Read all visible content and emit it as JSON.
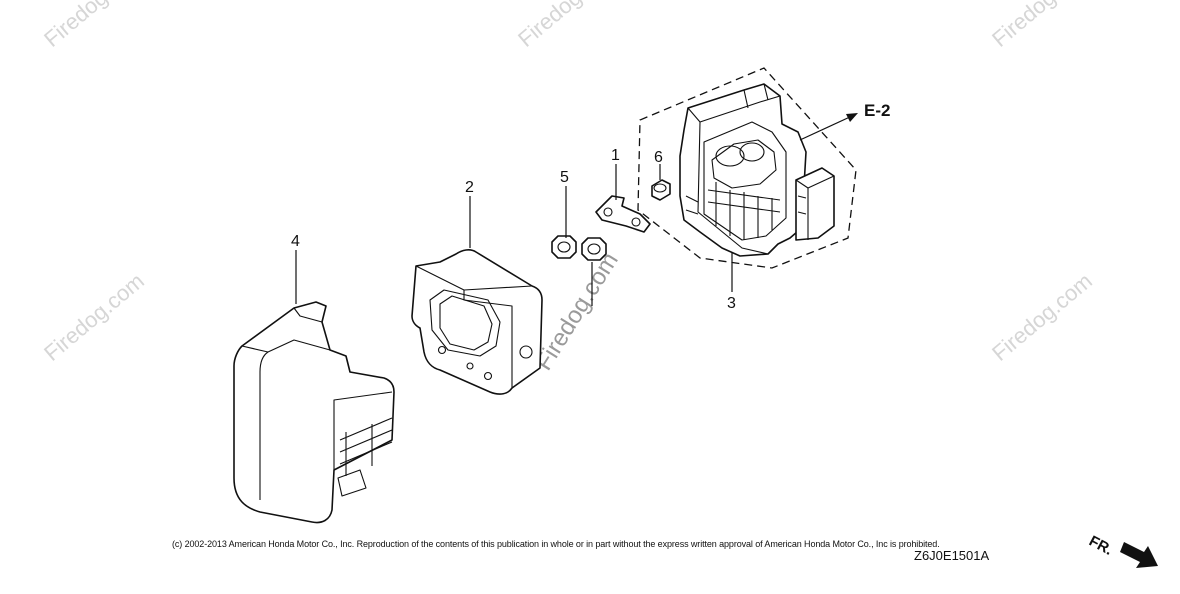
{
  "diagram": {
    "parts": [
      {
        "number": "1"
      },
      {
        "number": "2"
      },
      {
        "number": "3"
      },
      {
        "number": "4"
      },
      {
        "number": "5"
      },
      {
        "number": "6"
      }
    ],
    "reference": "E-2",
    "direction_label": "FR.",
    "watermark": "Firedog.com",
    "copyright": "(c) 2002-2013 American Honda Motor Co., Inc. Reproduction of the contents of this publication in whole or in part without the express written approval of American Honda Motor Co., Inc is prohibited.",
    "drawing_code": "Z6J0E1501A"
  }
}
